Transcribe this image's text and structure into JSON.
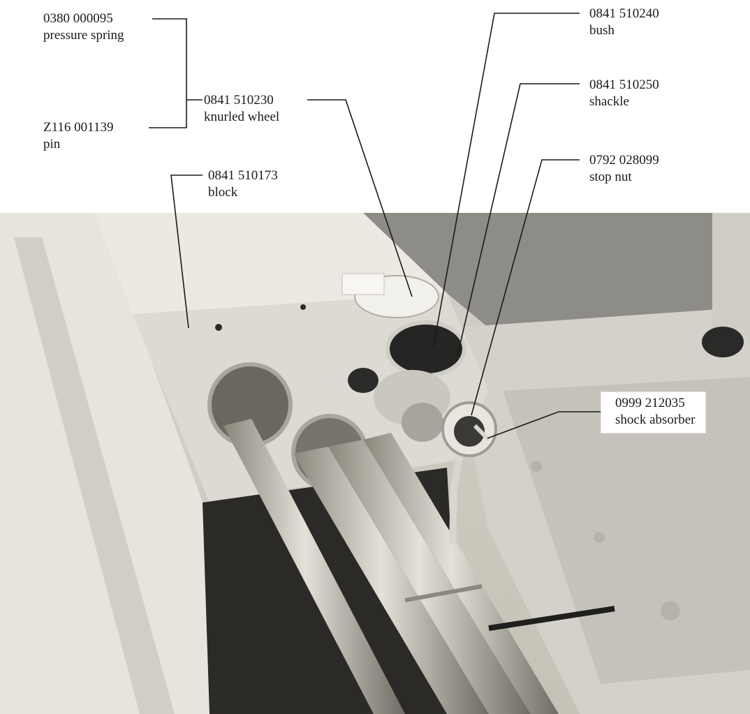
{
  "callouts": [
    {
      "id": "pressure_spring",
      "part_no": "0380 000095",
      "name": "pressure spring"
    },
    {
      "id": "pin",
      "part_no": "Z116 001139",
      "name": "pin"
    },
    {
      "id": "knurled_wheel",
      "part_no": "0841 510230",
      "name": "knurled wheel"
    },
    {
      "id": "block",
      "part_no": "0841 510173",
      "name": "block"
    },
    {
      "id": "bush",
      "part_no": "0841 510240",
      "name": "bush"
    },
    {
      "id": "shackle",
      "part_no": "0841 510250",
      "name": "shackle"
    },
    {
      "id": "stop_nut",
      "part_no": "0792 028099",
      "name": "stop nut"
    },
    {
      "id": "shock_absorber",
      "part_no": "0999 212035",
      "name": "shock absorber"
    }
  ],
  "colors": {
    "leader_line": "#1a1a1a",
    "photo_light": "#e9e6dc",
    "photo_mid": "#c9c5b8",
    "photo_dark": "#2a2a28",
    "tube": "#b7b2a6"
  }
}
